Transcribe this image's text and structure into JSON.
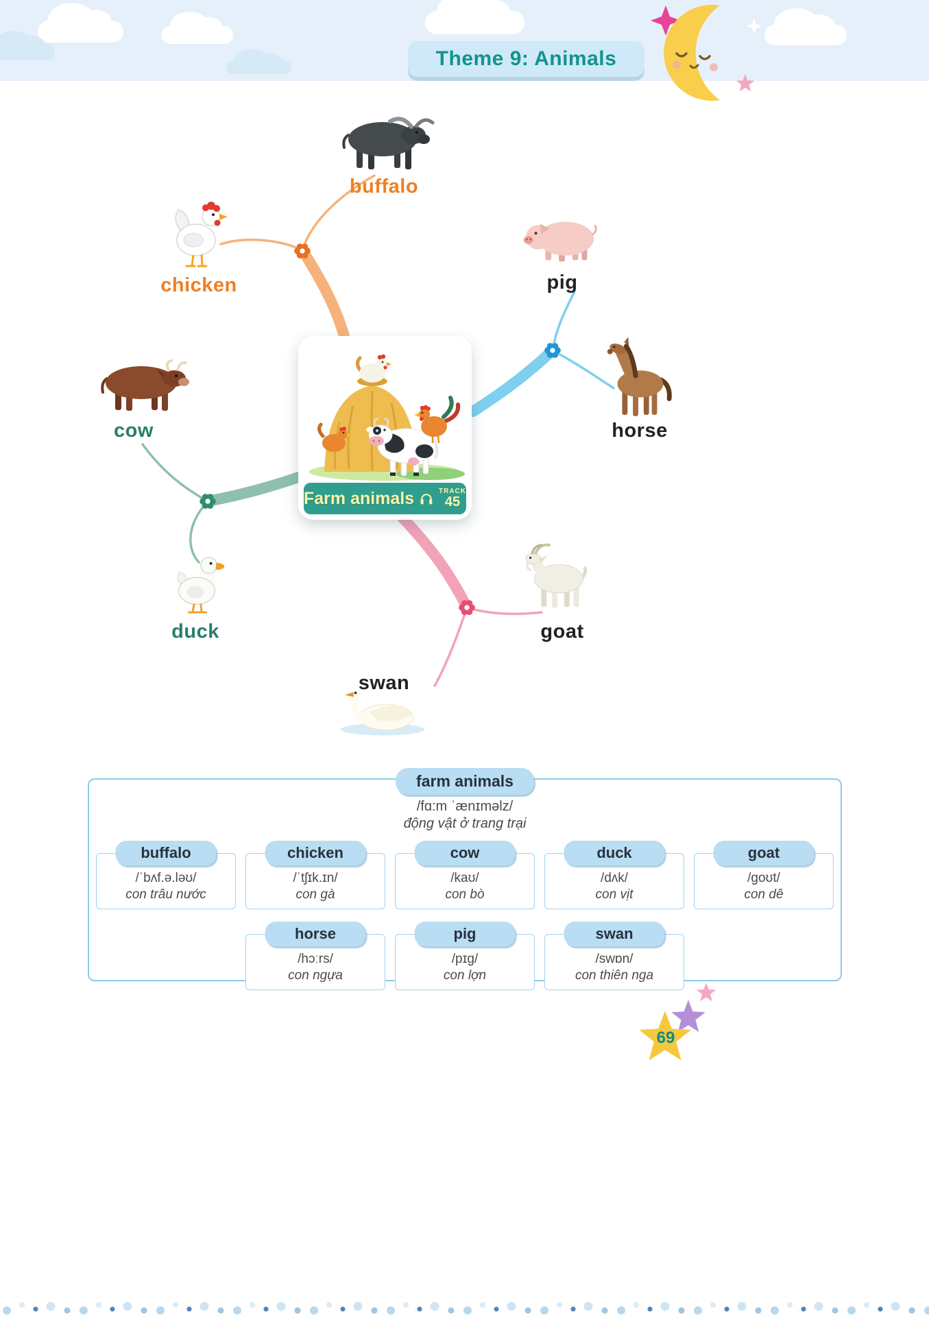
{
  "header": {
    "title": "Theme 9: Animals"
  },
  "mindmap": {
    "center": {
      "title": "Farm animals",
      "track_label": "TRACK",
      "track_number": "45"
    },
    "labels": {
      "buffalo": "buffalo",
      "chicken": "chicken",
      "pig": "pig",
      "horse": "horse",
      "cow": "cow",
      "duck": "duck",
      "goat": "goat",
      "swan": "swan"
    },
    "colors": {
      "orange_branch": "#f6b27a",
      "blue_branch": "#7fd0ef",
      "teal_branch": "#8fbfae",
      "pink_branch": "#f2a3b8",
      "orange_flower": "#e8701f",
      "blue_flower": "#2196d3",
      "teal_flower": "#2f8d74",
      "pink_flower": "#e54e74"
    },
    "icons": {
      "node": "flower-node-icon",
      "audio": "headphones-icon"
    }
  },
  "vocab": {
    "title": "farm animals",
    "title_pron": "/fɑ:m ˈænɪməlz/",
    "title_meaning": "động vật ở trang trại",
    "entries": [
      {
        "word": "buffalo",
        "pron": "/ˈbʌf.ə.ləʊ/",
        "meaning": "con trâu nước"
      },
      {
        "word": "chicken",
        "pron": "/ˈtʃɪk.ɪn/",
        "meaning": "con gà"
      },
      {
        "word": "cow",
        "pron": "/kaʊ/",
        "meaning": "con bò"
      },
      {
        "word": "duck",
        "pron": "/dʌk/",
        "meaning": "con vịt"
      },
      {
        "word": "goat",
        "pron": "/goʊt/",
        "meaning": "con dê"
      },
      {
        "word": "horse",
        "pron": "/hɔːrs/",
        "meaning": "con ngựa"
      },
      {
        "word": "pig",
        "pron": "/pɪg/",
        "meaning": "con lợn"
      },
      {
        "word": "swan",
        "pron": "/swɒn/",
        "meaning": "con thiên nga"
      }
    ]
  },
  "footer": {
    "page_number": "69"
  }
}
